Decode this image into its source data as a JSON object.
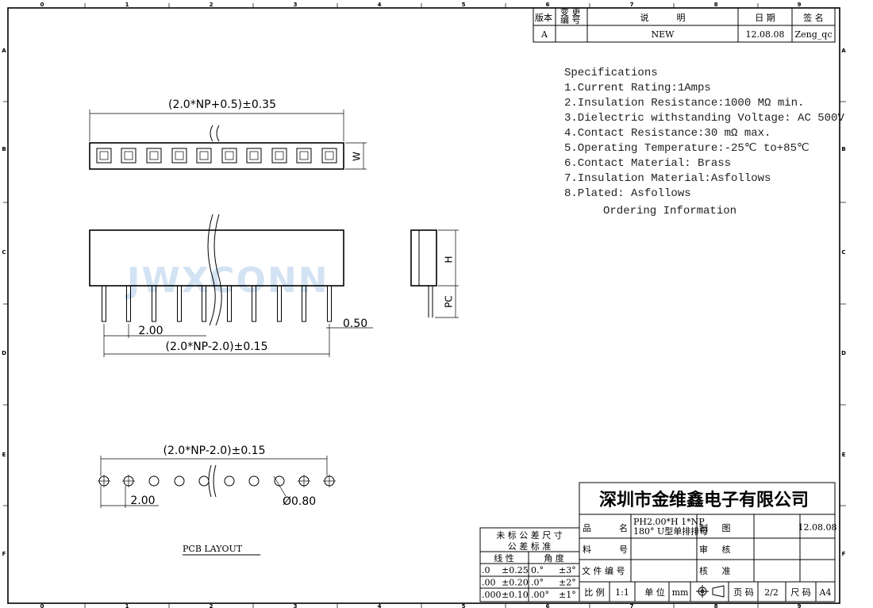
{
  "revision_table": {
    "headers": [
      "版本",
      "变 更\n编 号",
      "说          明",
      "日 期",
      "签 名"
    ],
    "header_change_line1": "变 更",
    "header_change_line2": "编 号",
    "row": {
      "version": "A",
      "change_no": "",
      "description": "NEW",
      "date": "12.08.08",
      "signature": "Zeng_qc"
    }
  },
  "specifications": {
    "title": "Specifications",
    "items": [
      "1.Current Rating:1Amps",
      "2.Insulation Resistance:1000 MΩ min.",
      "3.Dielectric withstanding Voltage: AC 500V",
      "4.Contact Resistance:30 mΩ max.",
      "5.Operating Temperature:-25℃ to+85℃",
      "6.Contact Material:  Brass",
      "7.Insulation Material:Asfollows",
      "8.Plated: Asfollows"
    ],
    "ordering": "Ordering Information"
  },
  "dimensions": {
    "top_length": "(2.0*NP+0.5)±0.35",
    "width": "W",
    "pitch": "2.00",
    "pin_span": "(2.0*NP-2.0)±0.15",
    "pin_width": "0.50",
    "height": "H",
    "pin_length": "PC",
    "pcb_span": "(2.0*NP-2.0)±0.15",
    "pcb_pitch": "2.00",
    "hole_dia": "Ø0.80"
  },
  "pcb_layout_label": "PCB LAYOUT",
  "watermark": "JWXCONN",
  "ruler": {
    "columns": [
      "0",
      "1",
      "2",
      "3",
      "4",
      "5",
      "6",
      "7",
      "8",
      "9"
    ],
    "rows": [
      "A",
      "B",
      "C",
      "D",
      "E",
      "F"
    ]
  },
  "tolerance_table": {
    "title1": "未 标 公 差 尺 寸",
    "title2": "公 差 标 准",
    "col_linear": "线 性",
    "col_angle": "角 度",
    "rows": [
      {
        "lin": ".0",
        "lin_tol": "±0.25",
        "ang": "0.°",
        "ang_tol": "±3°"
      },
      {
        "lin": ".00",
        "lin_tol": "±0.20",
        "ang": ".0°",
        "ang_tol": "±2°"
      },
      {
        "lin": ".000",
        "lin_tol": "±0.10",
        "ang": ".00°",
        "ang_tol": "±1°"
      }
    ]
  },
  "title_block": {
    "company": "深圳市金维鑫电子有限公司",
    "product_name_label": "品          名",
    "product_name_line1": "PH2.00*H 1*NP",
    "product_name_line2": "180° U型单排排母",
    "part_no_label": "料          号",
    "doc_no_label": "文 件 编 号",
    "drawn_label": "制     图",
    "drawn_date": "12.08.08",
    "checked_label": "审     核",
    "approved_label": "核     准",
    "scale_label": "比 例",
    "scale": "1:1",
    "unit_label": "单 位",
    "unit": "mm",
    "page_label": "页 码",
    "page": "2/2",
    "size_label": "尺 码",
    "size": "A4"
  }
}
